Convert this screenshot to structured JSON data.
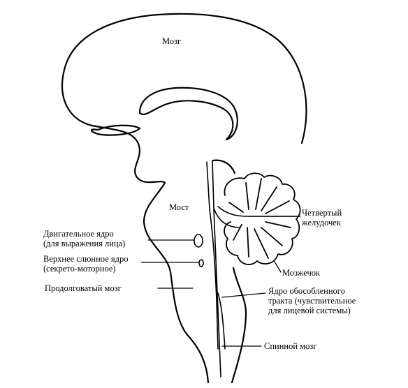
{
  "labels": {
    "brain": "Мозг",
    "pons": "Мост",
    "fourth_ventricle": [
      "Четвертый",
      "желудочек"
    ],
    "facial_motor_nucleus": [
      "Двигательное ядро",
      "(для выражения лица)"
    ],
    "superior_salivatory_nucleus": [
      "Верхнее слюнное ядро",
      "(секрето-моторное)"
    ],
    "medulla": "Продолговатый мозг",
    "cerebellum": "Мозжечок",
    "solitary_tract_nucleus": [
      "Ядро обособленного",
      "тракта (чувствительное",
      "для лицевой системы)"
    ],
    "spinal_cord": "Спинной мозг"
  },
  "colors": {
    "ink": "#000000",
    "background": "#ffffff"
  }
}
